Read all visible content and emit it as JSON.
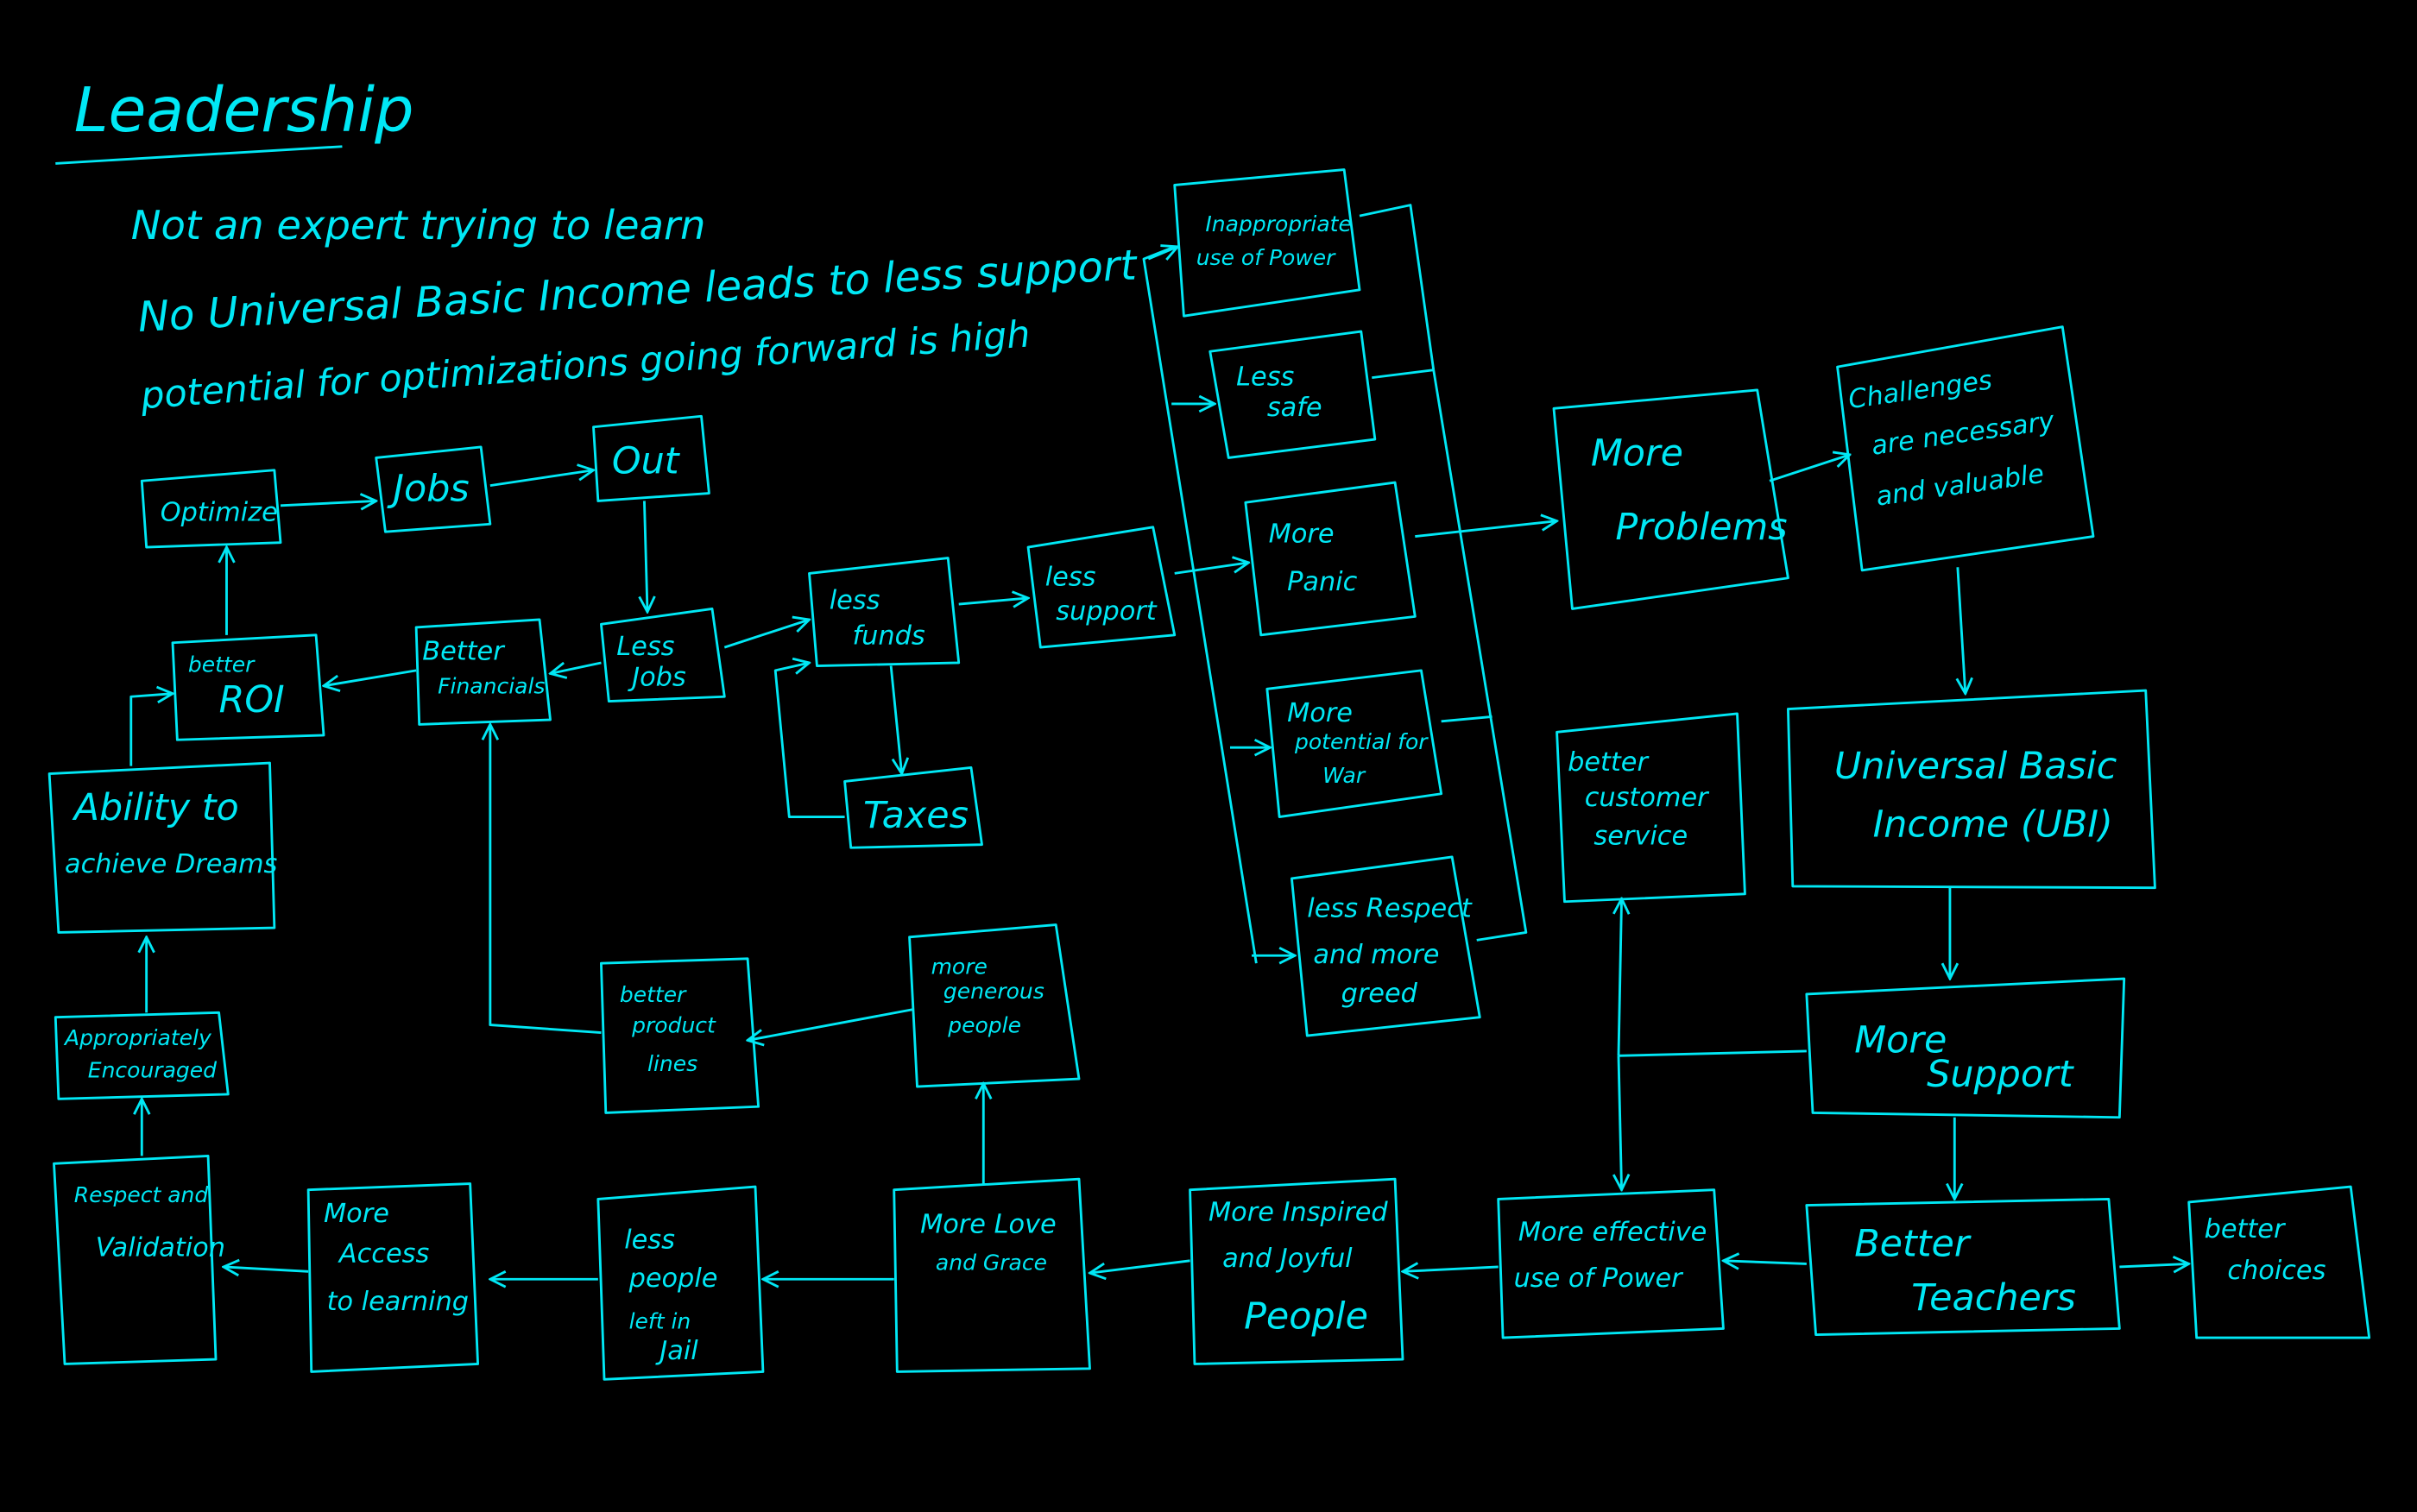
{
  "title": "Leadership",
  "notes": [
    "Not an expert trying to learn",
    "No Universal Basic Income leads to less support",
    "potential for optimizations going forward is high"
  ],
  "boxes": {
    "optimize": [
      "Optimize"
    ],
    "jobs": [
      "Jobs"
    ],
    "out": [
      "Out"
    ],
    "better_roi": [
      "better",
      "ROI"
    ],
    "better_financials": [
      "Better",
      "Financials"
    ],
    "less_jobs": [
      "Less",
      "Jobs"
    ],
    "less_funds": [
      "less",
      "funds"
    ],
    "less_support": [
      "less",
      "support"
    ],
    "taxes": [
      "Taxes"
    ],
    "ability": [
      "Ability to",
      "achieve Dreams"
    ],
    "appropriately": [
      "Appropriately",
      "Encouraged"
    ],
    "respect": [
      "Respect and",
      "Validation"
    ],
    "access": [
      "More",
      "Access",
      "to learning"
    ],
    "jail": [
      "less",
      "people",
      "left in",
      "Jail"
    ],
    "love": [
      "More Love",
      "and Grace"
    ],
    "generous": [
      "more",
      "generous",
      "people"
    ],
    "product": [
      "better",
      "product",
      "lines"
    ],
    "inspired": [
      "More Inspired",
      "and Joyful",
      "People"
    ],
    "effective": [
      "More effective",
      "use of Power"
    ],
    "teachers": [
      "Better",
      "Teachers"
    ],
    "choices": [
      "better",
      "choices"
    ],
    "more_support": [
      "More",
      "Support"
    ],
    "ubi": [
      "Universal Basic",
      "Income (UBI)"
    ],
    "customer": [
      "better",
      "customer",
      "service"
    ],
    "challenges": [
      "Challenges",
      "are necessary",
      "and valuable"
    ],
    "problems": [
      "More",
      "Problems"
    ],
    "inappropriate": [
      "Inappropriate",
      "use of Power"
    ],
    "less_safe": [
      "Less",
      "safe"
    ],
    "panic": [
      "More",
      "Panic"
    ],
    "war": [
      "More",
      "potential for",
      "War"
    ],
    "greed": [
      "less Respect",
      "and more",
      "greed"
    ]
  },
  "colors": {
    "ink": "#00e8f5",
    "background": "#000000"
  }
}
